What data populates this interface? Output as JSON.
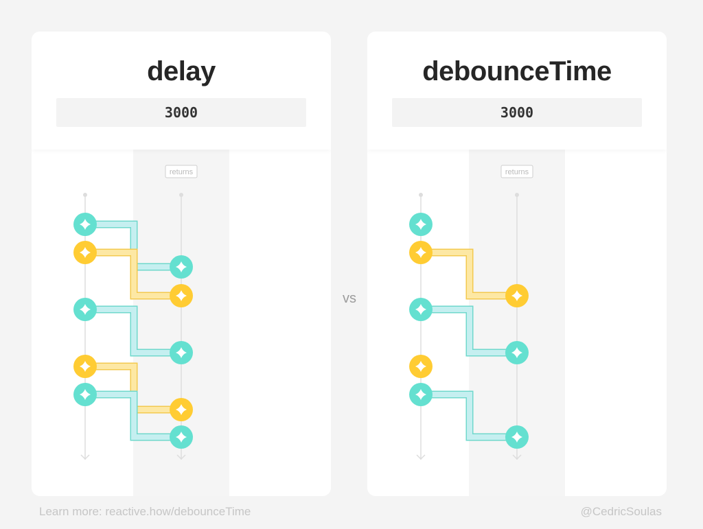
{
  "left_card": {
    "title": "delay",
    "param": "3000",
    "returns_label": "returns"
  },
  "right_card": {
    "title": "debounceTime",
    "param": "3000",
    "returns_label": "returns"
  },
  "vs_label": "vs",
  "footer": {
    "learn_more": "Learn more: reactive.how/debounceTime",
    "credit": "@CedricSoulas"
  },
  "colors": {
    "cyan": "#64e0d0",
    "cyan_path": "#c5eff0",
    "cyan_path_edge": "#6fd8cc",
    "yellow": "#ffcc33",
    "yellow_path": "#fde8a4",
    "yellow_path_edge": "#f3c94e",
    "returns_column": "#f5f5f5",
    "axis": "#dddddd"
  },
  "icons": {
    "event_marble": "sparkle-icon"
  },
  "chart_data": [
    {
      "type": "diagram",
      "title": "delay",
      "param": "3000",
      "input_events": [
        {
          "color": "cyan",
          "order": 1
        },
        {
          "color": "yellow",
          "order": 2
        },
        {
          "color": "cyan",
          "order": 3
        },
        {
          "color": "yellow",
          "order": 4
        },
        {
          "color": "cyan",
          "order": 5
        }
      ],
      "output_events": [
        {
          "from": 1,
          "color": "cyan"
        },
        {
          "from": 2,
          "color": "yellow"
        },
        {
          "from": 3,
          "color": "cyan"
        },
        {
          "from": 4,
          "color": "yellow"
        },
        {
          "from": 5,
          "color": "cyan"
        }
      ]
    },
    {
      "type": "diagram",
      "title": "debounceTime",
      "param": "3000",
      "input_events": [
        {
          "color": "cyan",
          "order": 1
        },
        {
          "color": "yellow",
          "order": 2
        },
        {
          "color": "cyan",
          "order": 3
        },
        {
          "color": "yellow",
          "order": 4
        },
        {
          "color": "cyan",
          "order": 5
        }
      ],
      "output_events": [
        {
          "from": 2,
          "color": "yellow"
        },
        {
          "from": 3,
          "color": "cyan"
        },
        {
          "from": 5,
          "color": "cyan"
        }
      ]
    }
  ]
}
